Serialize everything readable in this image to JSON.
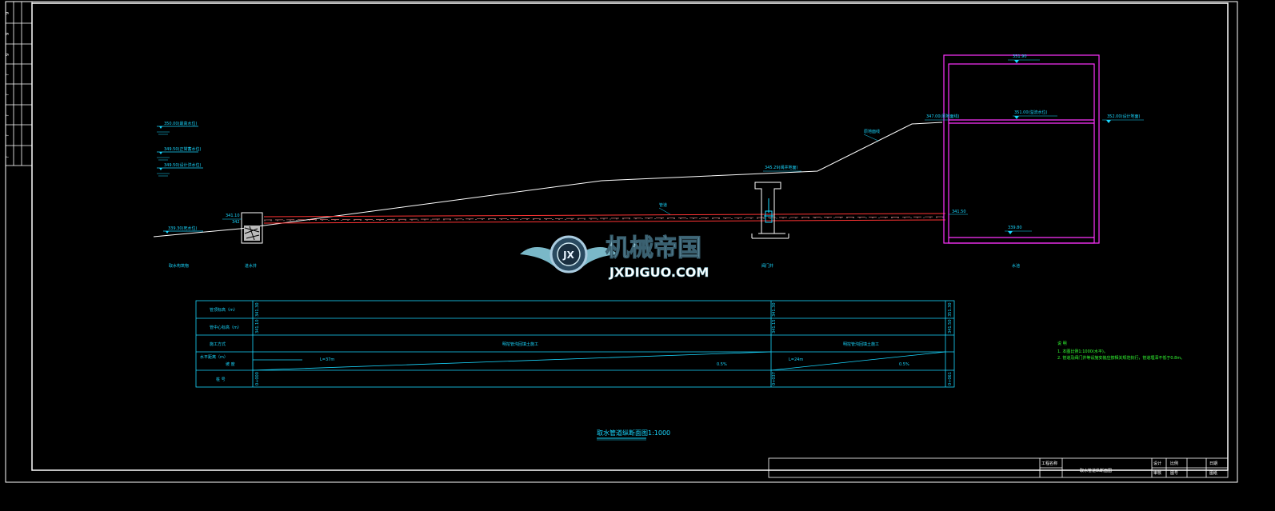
{
  "side_strip": [
    "9",
    "9",
    "9",
    "?",
    "?",
    "?",
    "?",
    "?"
  ],
  "left_labels": {
    "l1": "350.00(最高水位)",
    "l2": "349.50(正常蓄水位)",
    "l3": "349.50(设计洪水位)",
    "l4": "339.30(死水位)"
  },
  "inlet": {
    "elev_top": "341.10",
    "elev_sub": "342"
  },
  "labels_mid": {
    "pipe": "管道",
    "valve_well_elev": "345.29(阀井地面)",
    "slope_label": "原地面线",
    "tank_top_left": "347.00(原地面线)",
    "tank_overflow": "351.00(溢流水位)",
    "tank_right": "352.00(设计地面)",
    "tank_roof": "351.90",
    "tank_outlet": "341.50",
    "tank_bottom": "339.80"
  },
  "under_labels": {
    "a": "取水构筑物",
    "b": "进水井",
    "c": "阀门井",
    "d": "水池"
  },
  "watermark": {
    "cn": "机械帝国",
    "en": "JXDIGUO.COM",
    "logo": "JX"
  },
  "table": {
    "row_labels": [
      "管顶标高（m）",
      "管中心标高（m）",
      "施工方式",
      "水平距离（m）",
      "坡  度",
      "桩  号"
    ],
    "row1_vals": [
      "341.30",
      "341.30",
      "351.30"
    ],
    "row2_vals": [
      "341.10",
      "341.15",
      "341.50"
    ],
    "seg1_method": "明挖管沟回填土施工",
    "seg2_method": "明挖管沟回填土施工",
    "seg1_len": "L=37m",
    "seg2_len": "L=24m",
    "seg1_slope": "0.5%",
    "seg2_slope": "0.5%",
    "stations": [
      "0+000",
      "0+037",
      "0+061"
    ]
  },
  "notes": {
    "heading": "说  明",
    "n1": "1. 本图比例1:1000(水平)。",
    "n2": "2. 管道及阀门井等设施安装应按相关规范执行，管道埋深不低于0.8m。"
  },
  "caption": {
    "title": "取水管道纵断面图",
    "scale": "1:1000"
  },
  "title_block": {
    "a": "工程名称",
    "b": "取水管道纵断面图",
    "c": "设计",
    "d": "审核",
    "e": "比例",
    "f": "图号",
    "g": "日期",
    "h": "图纸"
  }
}
